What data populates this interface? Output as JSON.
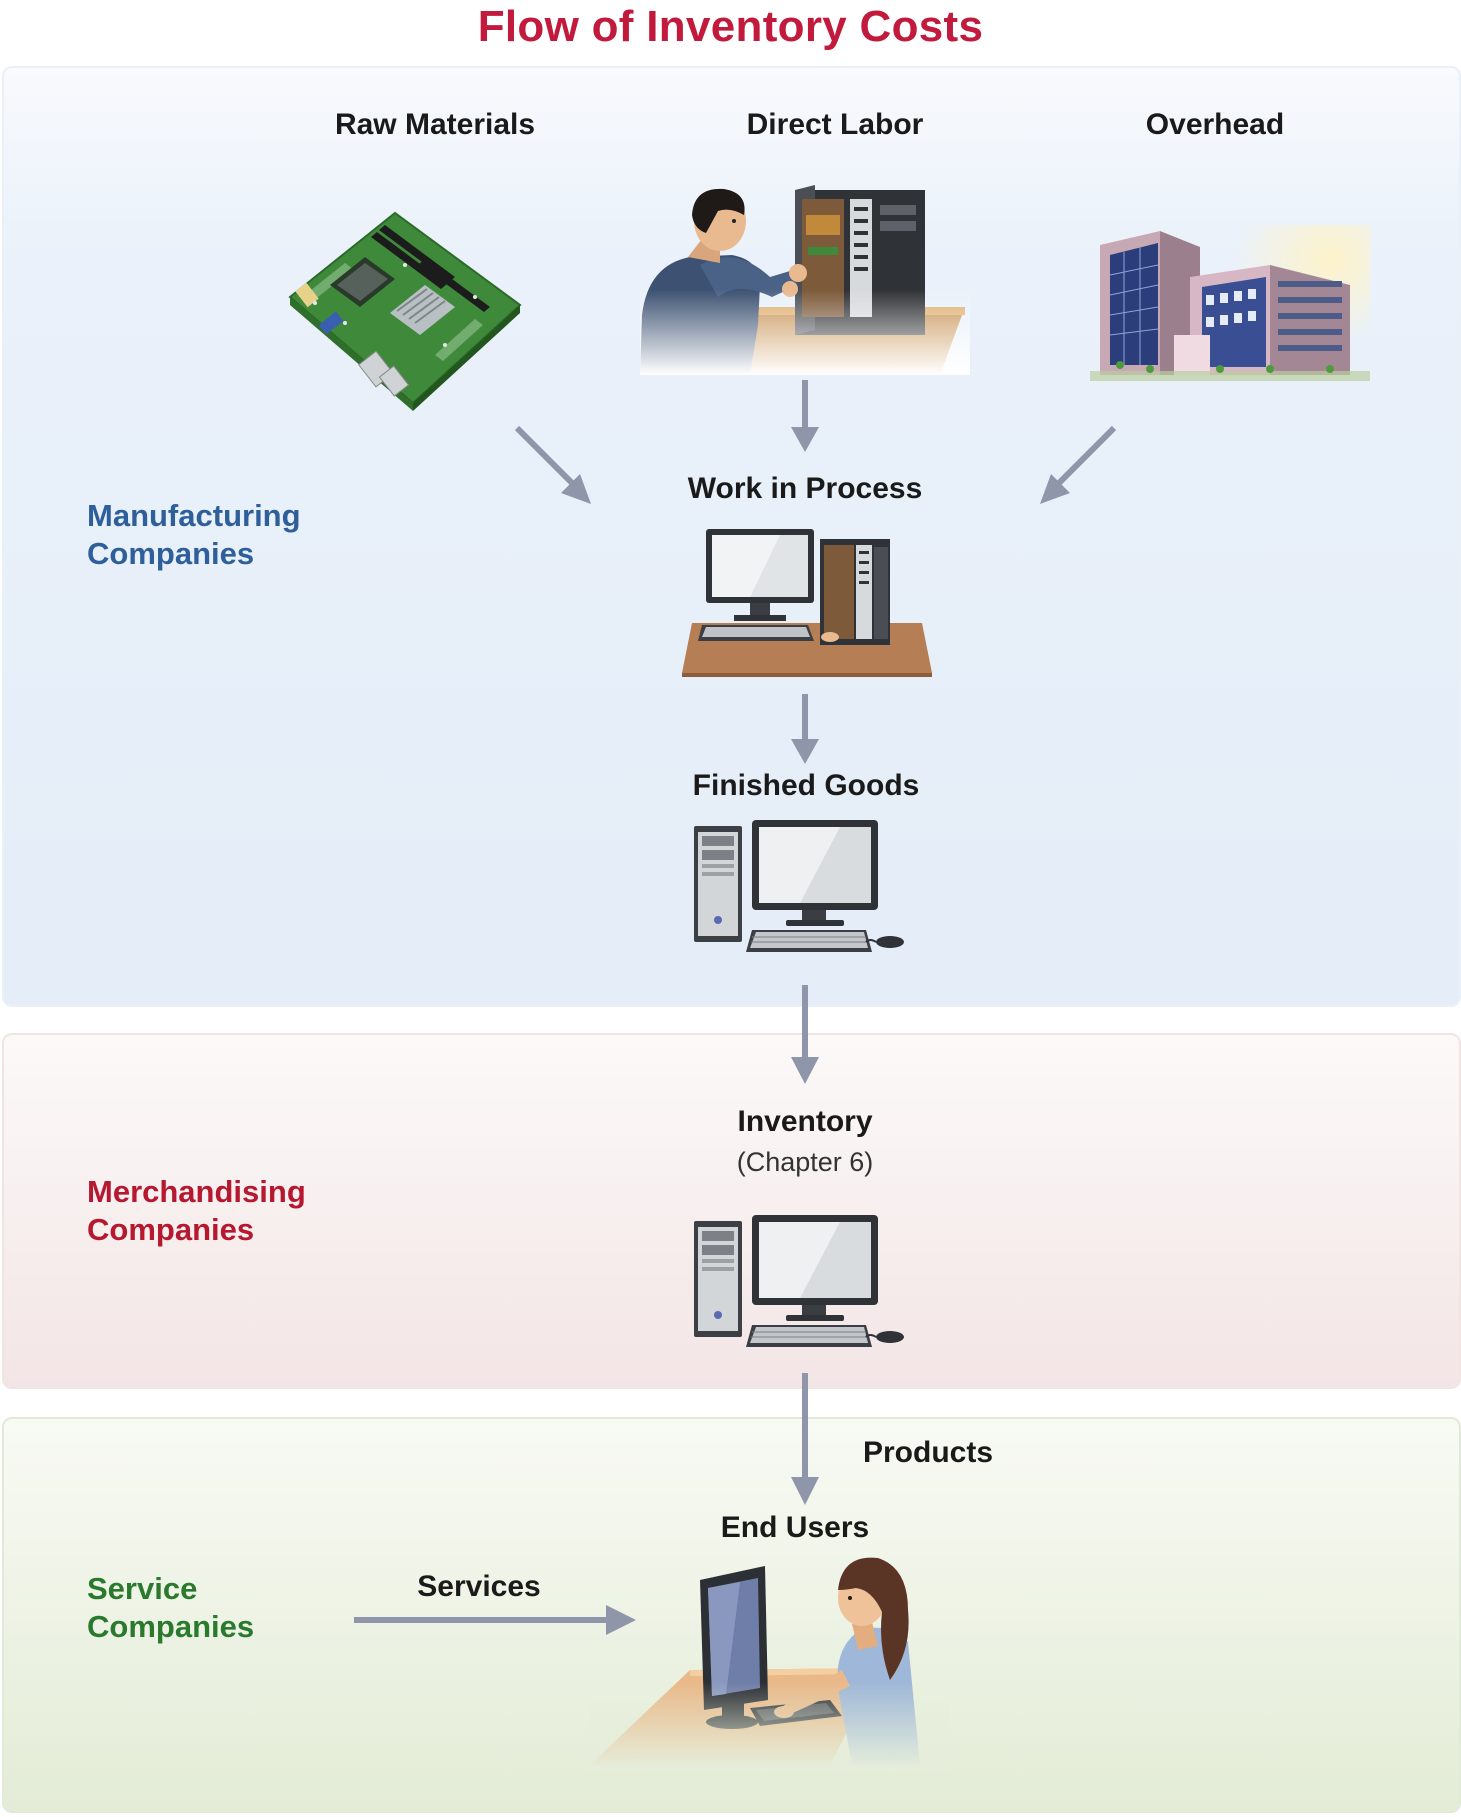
{
  "title": "Flow of Inventory Costs",
  "colors": {
    "title": "#c21a3d",
    "manufacturing": "#2e5f9a",
    "merchandising": "#b5182f",
    "service": "#2a7a2e",
    "arrow": "#8f96aa"
  },
  "manufacturing": {
    "label_line1": "Manufacturing",
    "label_line2": "Companies",
    "inputs": {
      "raw_materials": "Raw Materials",
      "direct_labor": "Direct Labor",
      "overhead": "Overhead"
    },
    "work_in_process": "Work in Process",
    "finished_goods": "Finished Goods"
  },
  "merchandising": {
    "label_line1": "Merchandising",
    "label_line2": "Companies",
    "inventory": "Inventory",
    "chapter": "(Chapter 6)"
  },
  "service": {
    "label_line1": "Service",
    "label_line2": "Companies",
    "services": "Services",
    "products": "Products",
    "end_users": "End Users"
  },
  "icons": {
    "raw_materials": "motherboard-icon",
    "direct_labor": "technician-assembling-computer-icon",
    "overhead": "factory-building-icon",
    "work_in_process": "partially-assembled-computer-icon",
    "finished_goods": "desktop-computer-icon",
    "inventory": "desktop-computer-icon",
    "end_users": "woman-at-computer-icon"
  }
}
